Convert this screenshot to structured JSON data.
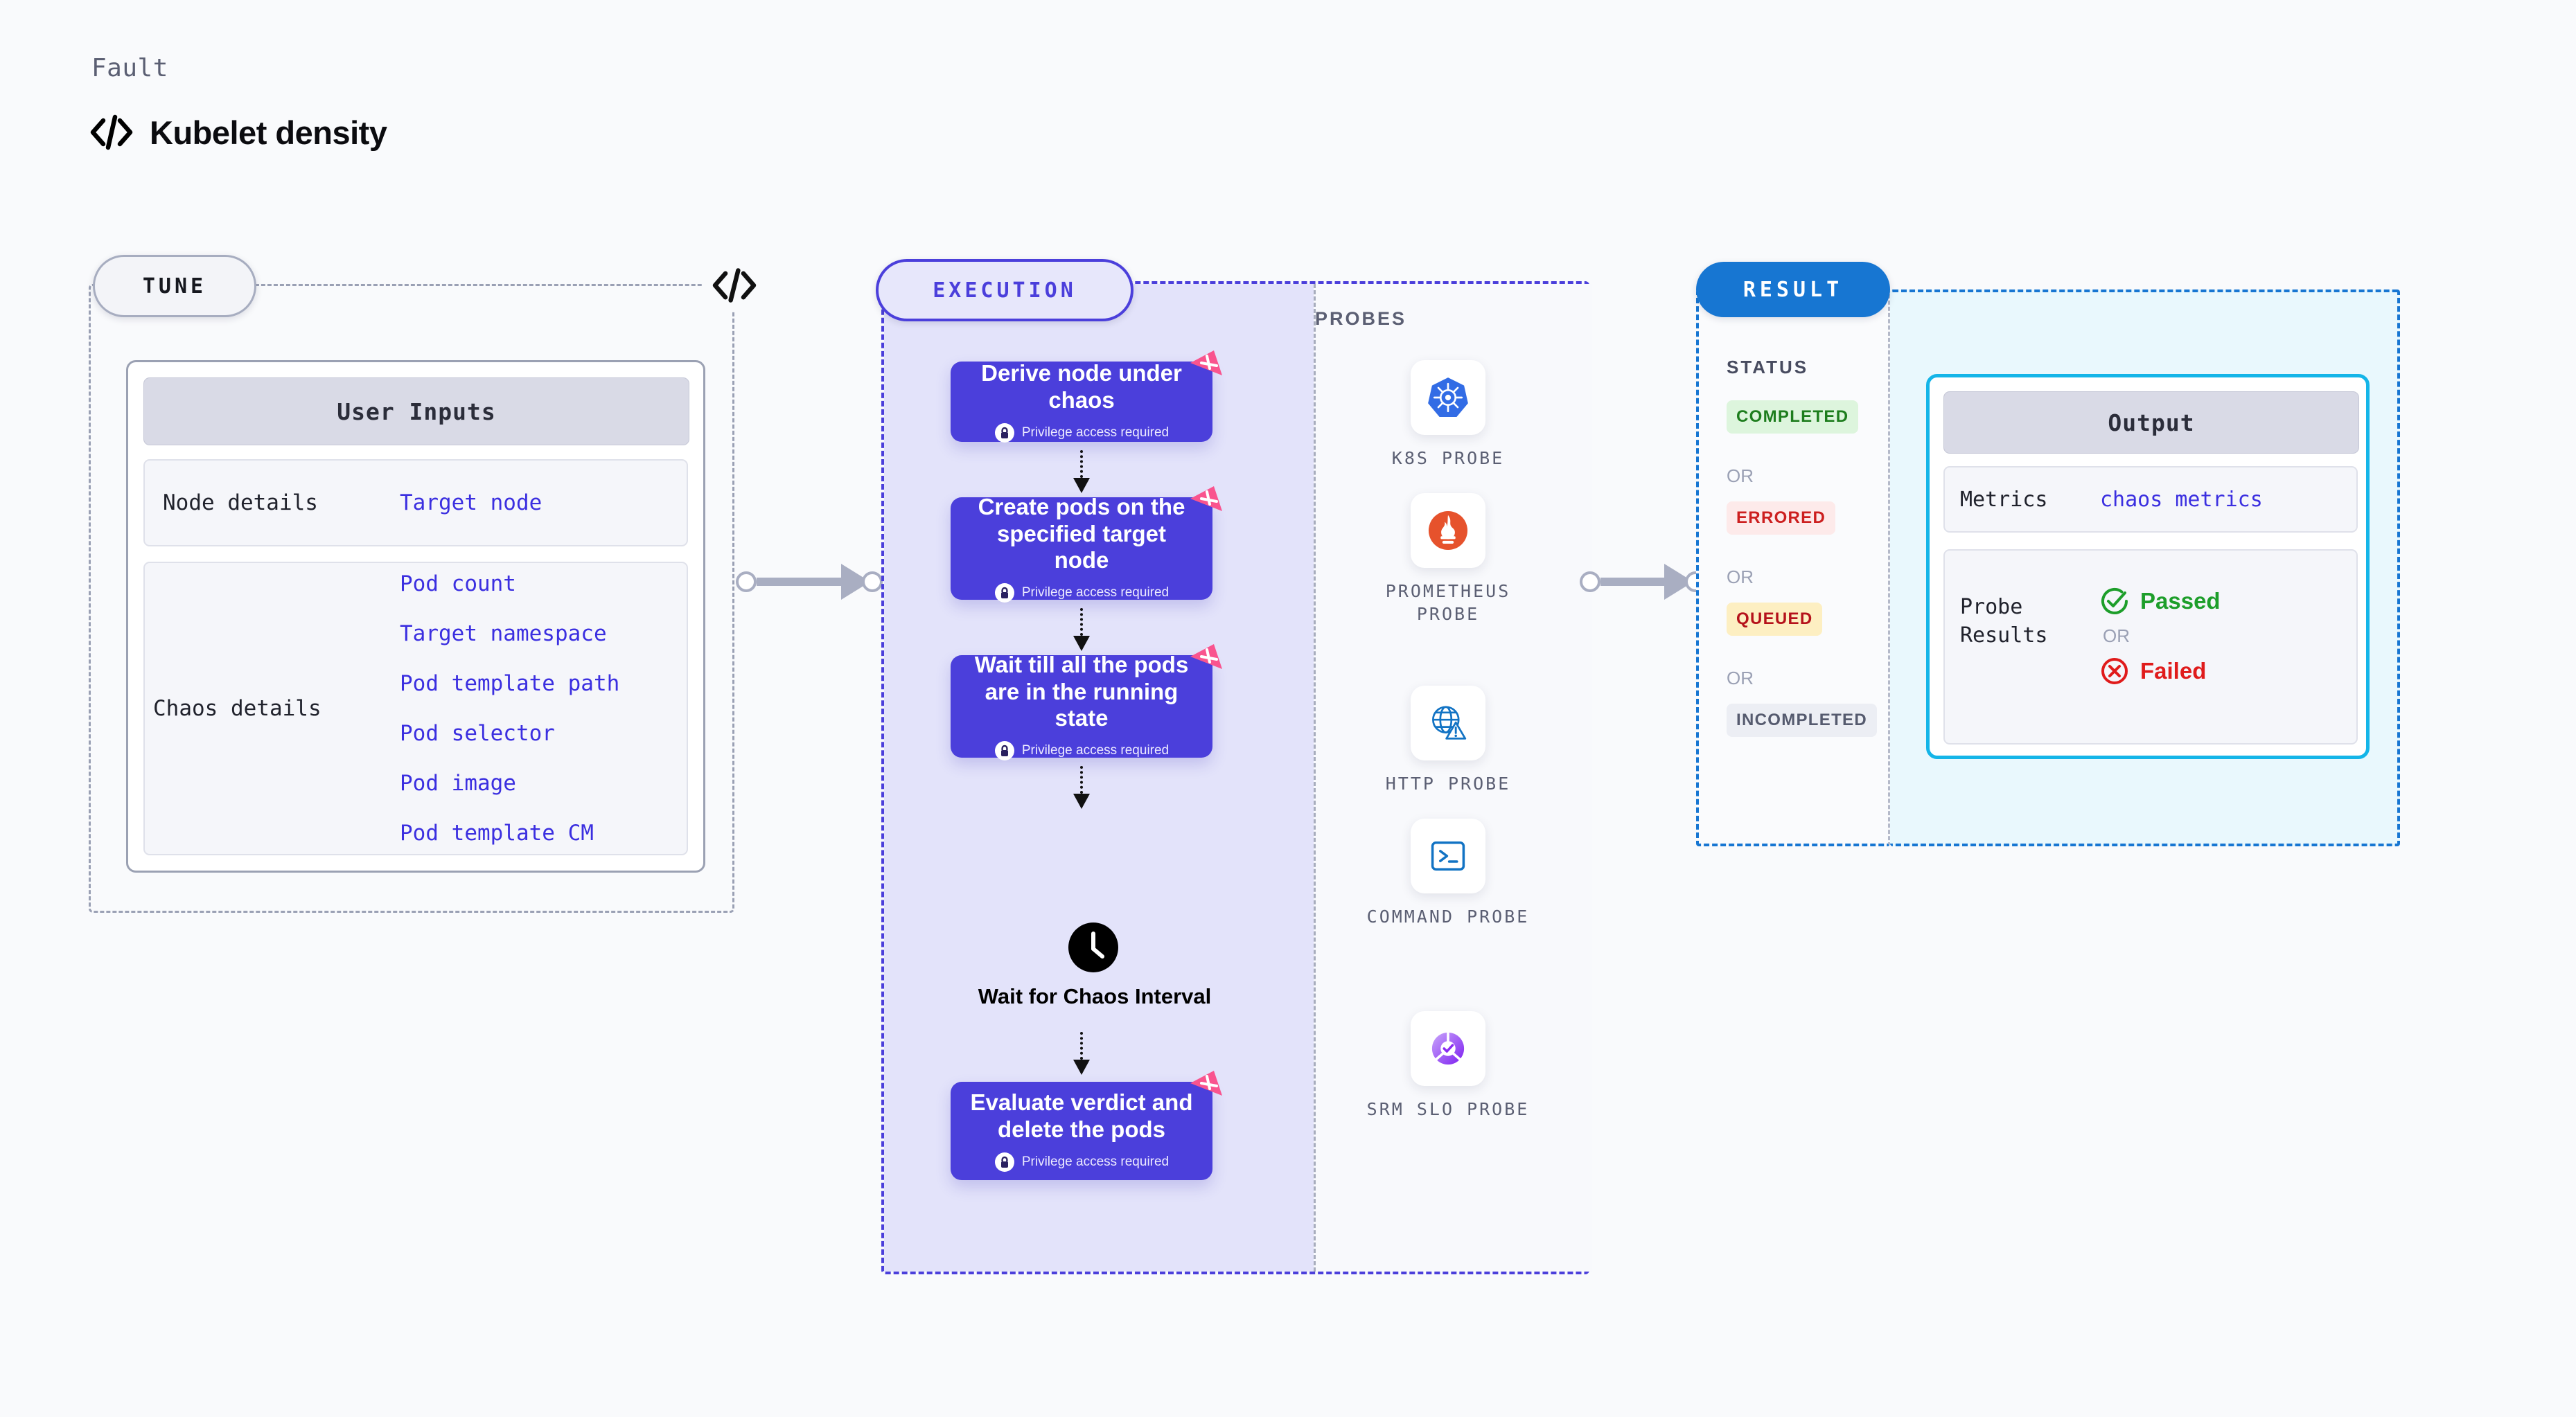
{
  "header": {
    "kicker": "Fault",
    "title": "Kubelet density",
    "code_icon": "code-brackets-icon"
  },
  "tune": {
    "label": "TUNE",
    "code_badge_icon": "code-brackets-icon",
    "card": {
      "head": "User Inputs",
      "rows": [
        {
          "key": "Node details",
          "values": [
            "Target node"
          ]
        },
        {
          "key": "Chaos details",
          "values": [
            "Pod count",
            "Target namespace",
            "Pod template path",
            "Pod selector",
            "Pod image",
            "Pod template CM"
          ]
        }
      ]
    }
  },
  "execution": {
    "label": "EXECUTION",
    "privilege_note": "Privilege access required",
    "steps": [
      {
        "title": "Derive node under chaos",
        "privilege": true,
        "flag": true
      },
      {
        "title": "Create pods on the specified target node",
        "privilege": true,
        "flag": true
      },
      {
        "title": "Wait till all the pods are in the running state",
        "privilege": true,
        "flag": true
      }
    ],
    "wait_node": {
      "icon": "clock-icon",
      "label": "Wait for Chaos Interval"
    },
    "final_step": {
      "title": "Evaluate verdict and delete the pods",
      "privilege": true,
      "flag": true
    },
    "probes": {
      "title": "PROBES",
      "items": [
        {
          "label": "K8S PROBE",
          "icon": "kubernetes-icon"
        },
        {
          "label": "PROMETHEUS PROBE",
          "icon": "prometheus-icon"
        },
        {
          "label": "HTTP PROBE",
          "icon": "http-globe-warning-icon"
        },
        {
          "label": "COMMAND PROBE",
          "icon": "terminal-icon"
        },
        {
          "label": "SRM SLO PROBE",
          "icon": "srm-slo-donut-icon"
        }
      ]
    }
  },
  "result": {
    "label": "RESULT",
    "status_title": "STATUS",
    "or_label": "OR",
    "statuses": [
      {
        "text": "COMPLETED",
        "bg": "#ddf5dd",
        "fg": "#1d7d1d"
      },
      {
        "text": "ERRORED",
        "bg": "#fdeaea",
        "fg": "#cc1f1f"
      },
      {
        "text": "QUEUED",
        "bg": "#fdefc2",
        "fg": "#b5121b"
      },
      {
        "text": "INCOMPLETED",
        "bg": "#eceef4",
        "fg": "#555a6e"
      }
    ],
    "output": {
      "head": "Output",
      "metrics_key": "Metrics",
      "metrics_value": "chaos metrics",
      "probe_results_key": "Probe\nResults",
      "passed": "Passed",
      "failed": "Failed",
      "or_label": "OR"
    }
  },
  "colors": {
    "accent_purple": "#4b3fdb",
    "accent_blue": "#1776d2",
    "accent_cyan": "#14b5e8",
    "link_blue": "#3b2fe0",
    "pink_flag": "#f9548e",
    "pass_green": "#1d9e2a",
    "fail_red": "#e01b1b"
  }
}
